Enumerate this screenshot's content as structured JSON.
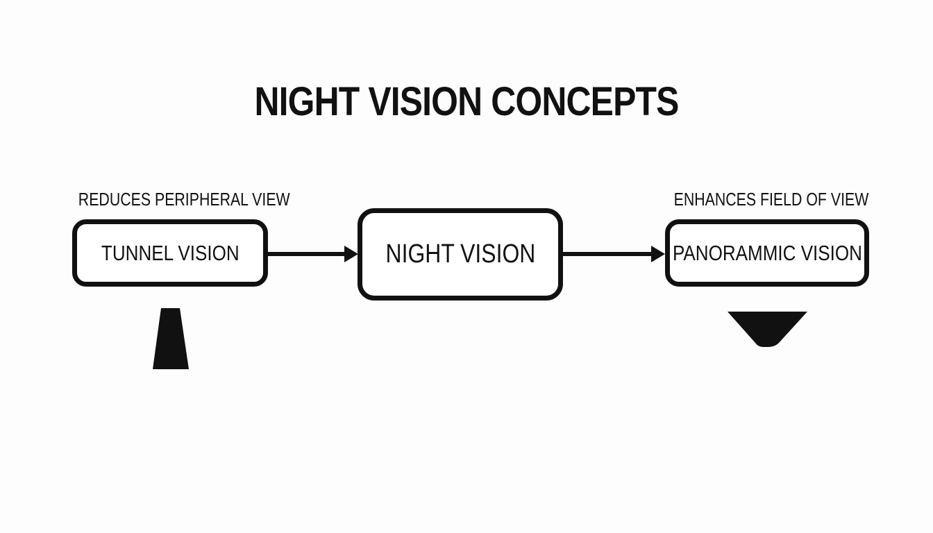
{
  "diagram": {
    "title": "NIGHT VISION CONCEPTS",
    "nodes": {
      "left": {
        "label": "TUNNEL VISION",
        "note": "REDUCES PERIPHERAL VIEW"
      },
      "center": {
        "label": "NIGHT VISION"
      },
      "right": {
        "label": "PANORAMMIC VISION",
        "note": "ENHANCES FIELD OF VIEW"
      }
    },
    "edges": [
      {
        "from": "TUNNEL VISION",
        "to": "NIGHT VISION"
      },
      {
        "from": "NIGHT VISION",
        "to": "PANORAMMIC VISION"
      }
    ],
    "colors": {
      "ink": "#111111",
      "background": "#fdfdfd"
    }
  }
}
